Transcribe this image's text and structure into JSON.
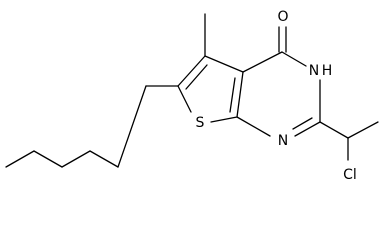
{
  "molecule": {
    "atoms": {
      "oxygen": "O",
      "nitrogen_h": "N",
      "hydrogen_on_n": "H",
      "nitrogen": "N",
      "sulfur": "S",
      "chlorine": "Cl"
    }
  },
  "colors": {
    "bond": "#000000",
    "label": "#000000",
    "background": "#ffffff"
  }
}
